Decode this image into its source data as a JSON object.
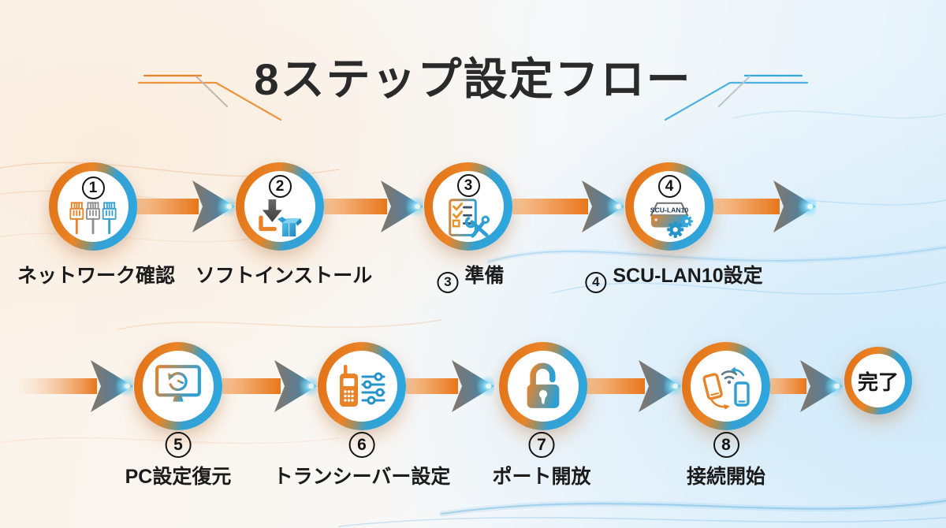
{
  "title": "8ステップ設定フロー",
  "steps": [
    {
      "num": "1",
      "label": "ネットワーク確認",
      "icon": "lan-cables-icon"
    },
    {
      "num": "2",
      "label": "ソフトインストール",
      "icon": "software-install-icon"
    },
    {
      "num": "3",
      "label": "準備",
      "icon": "checklist-tools-icon"
    },
    {
      "num": "4",
      "label": "SCU-LAN10設定",
      "icon": "scu-lan10-device-icon",
      "device_text": "SCU-LAN10"
    },
    {
      "num": "5",
      "label": "PC設定復元",
      "icon": "pc-restore-icon"
    },
    {
      "num": "6",
      "label": "トランシーバー設定",
      "icon": "transceiver-settings-icon"
    },
    {
      "num": "7",
      "label": "ポート開放",
      "icon": "open-padlock-icon"
    },
    {
      "num": "8",
      "label": "接続開始",
      "icon": "devices-connect-icon"
    }
  ],
  "final_step": {
    "label": "完了"
  },
  "colors": {
    "orange": "#e8781c",
    "blue": "#2e9fd4",
    "arrow_tip_cyan": "#4fd0ff",
    "title_text": "#2a2a2a",
    "label_text": "#1b1b1b"
  }
}
